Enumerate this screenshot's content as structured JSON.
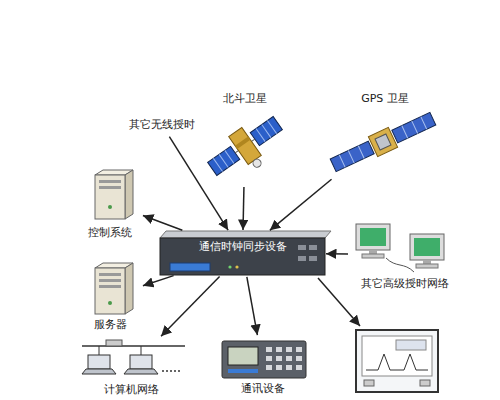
{
  "diagram": {
    "nodes": [
      {
        "text": [
          "其它无线授时"
        ]
      },
      {
        "text": [
          "北斗卫星"
        ]
      },
      {
        "text": [
          "GPS 卫星"
        ]
      },
      {
        "text": [
          "控制系统"
        ]
      },
      {
        "text": [
          "通信时钟同步设备"
        ]
      },
      {
        "text": [
          "其它高级授时网络"
        ]
      },
      {
        "text": [
          "服务器"
        ]
      },
      {
        "text": [
          "计算机网络"
        ]
      },
      {
        "text": [
          "通讯设备"
        ]
      }
    ],
    "edges": [
      {
        "from": 0,
        "to": 4,
        "arrow": "to"
      },
      {
        "from": 1,
        "to": 4,
        "arrow": "to"
      },
      {
        "from": 2,
        "to": 4,
        "arrow": "to"
      },
      {
        "from": 5,
        "to": 4,
        "arrow": "to"
      },
      {
        "from": 4,
        "to": 3,
        "arrow": "to"
      },
      {
        "from": 4,
        "to": 6,
        "arrow": "to"
      },
      {
        "from": 4,
        "to": 7,
        "arrow": "to"
      },
      {
        "from": 4,
        "to": 8,
        "arrow": "to"
      }
    ]
  }
}
